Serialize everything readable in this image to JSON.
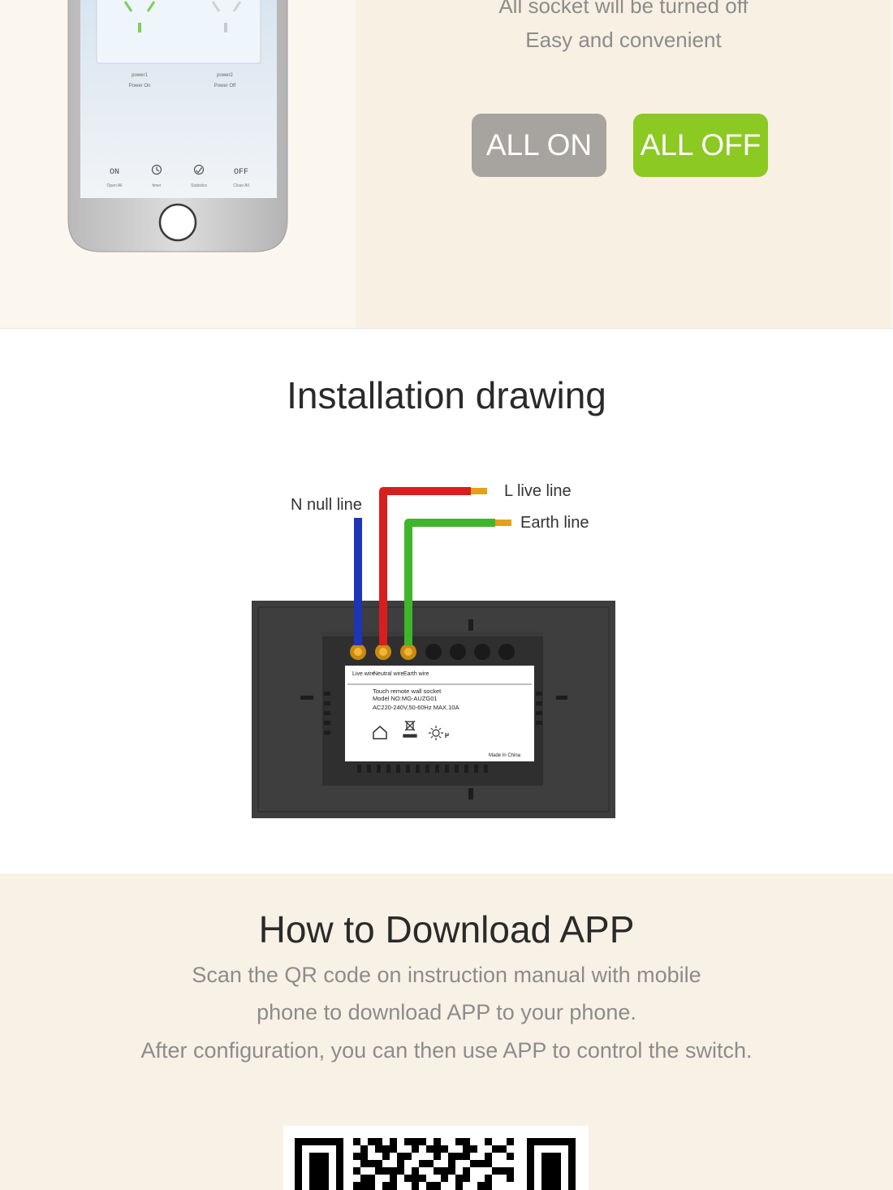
{
  "intro": {
    "line1": "All socket will be turned off",
    "line2": "Easy and convenient"
  },
  "buttons": {
    "all_on": "ALL ON",
    "all_off": "ALL OFF"
  },
  "phone_screen": {
    "power1_label": "power1",
    "power1_status": "Power On",
    "power2_label": "power2",
    "power2_status": "Power Off",
    "tabs": [
      {
        "icon": "ON",
        "label": "Open All"
      },
      {
        "icon": "timer-icon",
        "label": "timer"
      },
      {
        "icon": "statistics-icon",
        "label": "Statistics"
      },
      {
        "icon": "OFF",
        "label": "Close All"
      }
    ]
  },
  "installation": {
    "title": "Installation drawing",
    "labels": {
      "null_line": "N null line",
      "live_line": "L live line",
      "earth_line": "Earth line"
    },
    "wire_colors": {
      "null": "#1f35b8",
      "live": "#d81e1e",
      "earth": "#3fb52a"
    },
    "plate_label": {
      "live_wire": "Live wire",
      "neutral_wire": "Neutral wire",
      "earth_wire": "Earth wire",
      "product": "Touch remote wall socket",
      "model": "Model NO:MG-AUZG01",
      "rating": "AC220-240V,50-60Hz   MAX.10A",
      "origin": "Made In China"
    }
  },
  "download": {
    "title": "How to Download APP",
    "line1": "Scan the QR code on instruction manual with mobile",
    "line2": "phone to download APP to your phone.",
    "line3": "After configuration, you can then use APP to control the switch."
  }
}
